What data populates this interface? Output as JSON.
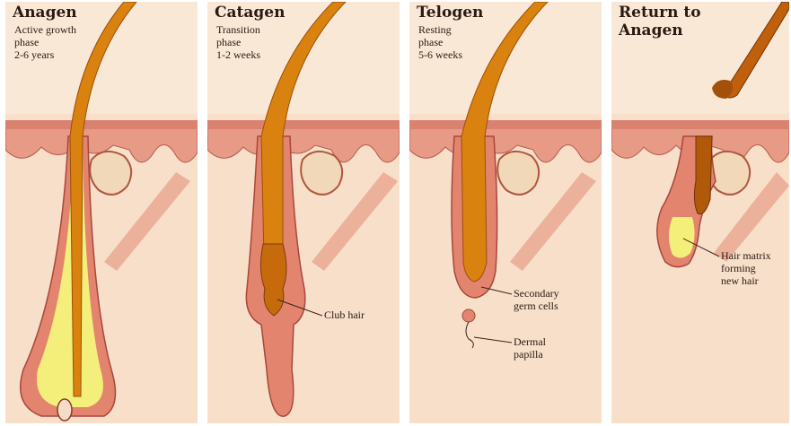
{
  "panels": [
    {
      "title": "Anagen",
      "subtitle": "Active growth\nphase\n2-6 years"
    },
    {
      "title": "Catagen",
      "subtitle": "Transition\nphase\n1-2 weeks"
    },
    {
      "title": "Telogen",
      "subtitle": "Resting\nphase\n5-6 weeks"
    },
    {
      "title": "Return to\nAnagen",
      "subtitle": ""
    }
  ],
  "callouts": {
    "club_hair": "Club hair",
    "secondary_germ_cells": "Secondary\ngerm cells",
    "dermal_papilla": "Dermal\npapilla",
    "hair_matrix": "Hair matrix\nforming\nnew hair"
  },
  "colors": {
    "skin": "#f6dcc6",
    "epidermis": "#e79a86",
    "hair": "#d9820f",
    "bulb": "#f4ef7a",
    "sheath": "#e3846f"
  }
}
